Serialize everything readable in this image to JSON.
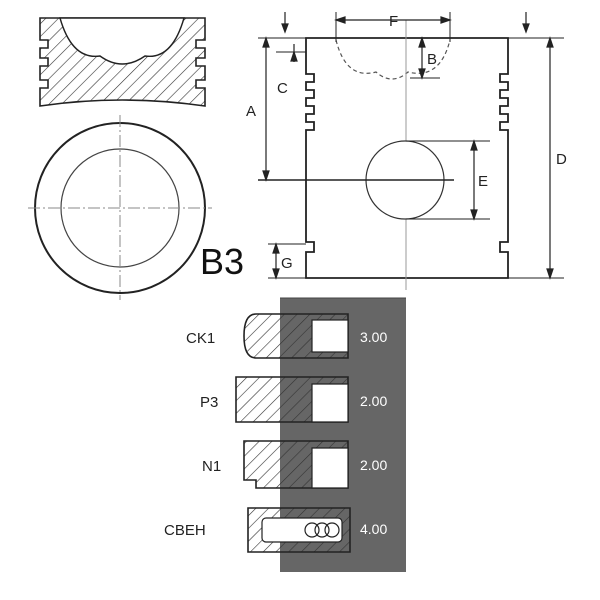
{
  "diagram": {
    "model_code": "B3",
    "dimensions": {
      "a": "A",
      "b": "B",
      "c": "C",
      "d": "D",
      "e": "E",
      "f": "F",
      "g": "G"
    },
    "rings": [
      {
        "name": "CK1",
        "value": "3.00"
      },
      {
        "name": "P3",
        "value": "2.00"
      },
      {
        "name": "N1",
        "value": "2.00"
      },
      {
        "name": "CBEH",
        "value": "4.00"
      }
    ],
    "colors": {
      "line": "#222222",
      "panel": "#666666",
      "centerline": "#999999"
    }
  }
}
